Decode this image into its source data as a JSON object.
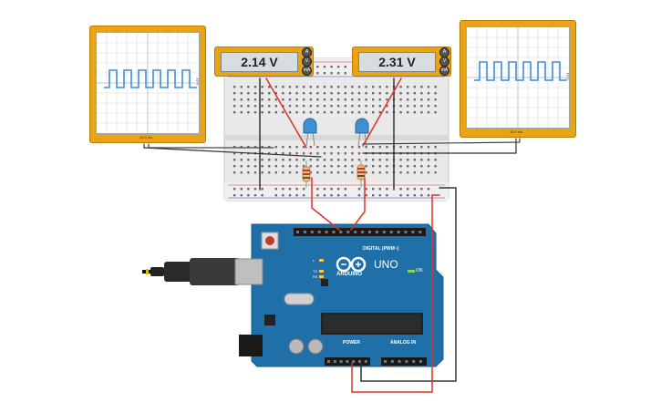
{
  "circuit": {
    "meter_left": {
      "reading": "2.14 V",
      "knobs": [
        "A",
        "V",
        "mA"
      ]
    },
    "meter_right": {
      "reading": "2.31 V",
      "knobs": [
        "A",
        "V",
        "mA"
      ]
    },
    "scope_left": {
      "time_label": "10.0 ms",
      "volt_label": "10 V"
    },
    "scope_right": {
      "time_label": "10.0 ms",
      "volt_label": "10 V"
    },
    "arduino": {
      "brand": "ARDUINO",
      "model": "UNO",
      "on_label": "ON",
      "digital_label": "DIGITAL (PWM~)",
      "power_label": "POWER",
      "analog_label": "ANALOG IN",
      "tx_label": "TX",
      "rx_label": "RX",
      "l_label": "L"
    },
    "colors": {
      "instrument": "#e8a317",
      "wave": "#3f8fd2",
      "board": "#1f6fa8",
      "wire_red": "#e0302a",
      "wire_black": "#333333",
      "led": "#3f8fd2"
    }
  }
}
